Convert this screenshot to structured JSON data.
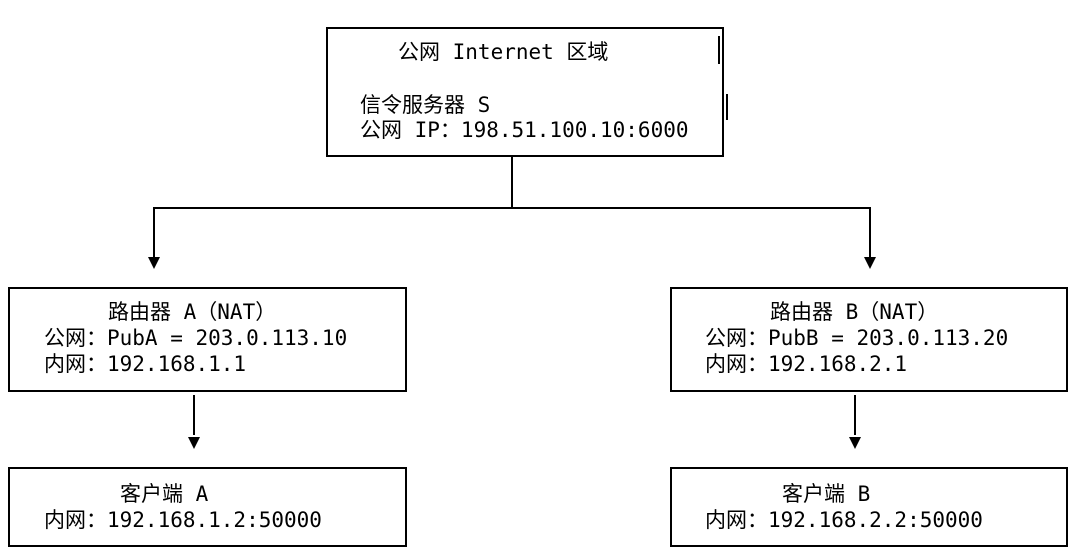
{
  "server": {
    "zone_label": "公网 Internet 区域",
    "name": "信令服务器 S",
    "ip_line": "公网 IP：198.51.100.10:6000"
  },
  "router_a": {
    "title": "路由器 A（NAT）",
    "public_line": "公网：PubA = 203.0.113.10",
    "private_line": "内网：192.168.1.1"
  },
  "router_b": {
    "title": "路由器 B（NAT）",
    "public_line": "公网：PubB = 203.0.113.20",
    "private_line": "内网：192.168.2.1"
  },
  "client_a": {
    "title": "客户端 A",
    "private_line": "内网：192.168.1.2:50000"
  },
  "client_b": {
    "title": "客户端 B",
    "private_line": "内网：192.168.2.2:50000"
  }
}
